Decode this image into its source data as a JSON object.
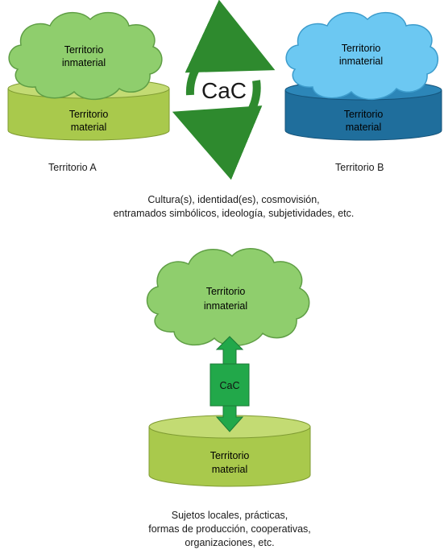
{
  "top": {
    "territory_a": {
      "inmaterial": [
        "Territorio",
        "inmaterial"
      ],
      "material": [
        "Territorio",
        "material"
      ],
      "name": "Territorio A",
      "colors": {
        "cloud": "#8fce6d",
        "cloud_stroke": "#5f9e45",
        "base": "#a9c94c",
        "base_top": "#c3db73"
      }
    },
    "cycle_label": "CaC",
    "territory_b": {
      "inmaterial": [
        "Territorio",
        "inmaterial"
      ],
      "material": [
        "Territorio",
        "material"
      ],
      "name": "Territorio B",
      "colors": {
        "cloud": "#6cc8f2",
        "cloud_stroke": "#3d9ccc",
        "base": "#1f6e9c",
        "base_top": "#2c86b8"
      }
    },
    "caption": [
      "Cultura(s), identidad(es), cosmovisión,",
      "entramados simbólicos, ideología, subjetividades, etc."
    ]
  },
  "bottom": {
    "inmaterial": [
      "Territorio",
      "inmaterial"
    ],
    "connector_label": "CaC",
    "material": [
      "Territorio",
      "material"
    ],
    "caption": [
      "Sujetos locales, prácticas,",
      "formas de producción, cooperativas,",
      "organizaciones, etc."
    ]
  }
}
